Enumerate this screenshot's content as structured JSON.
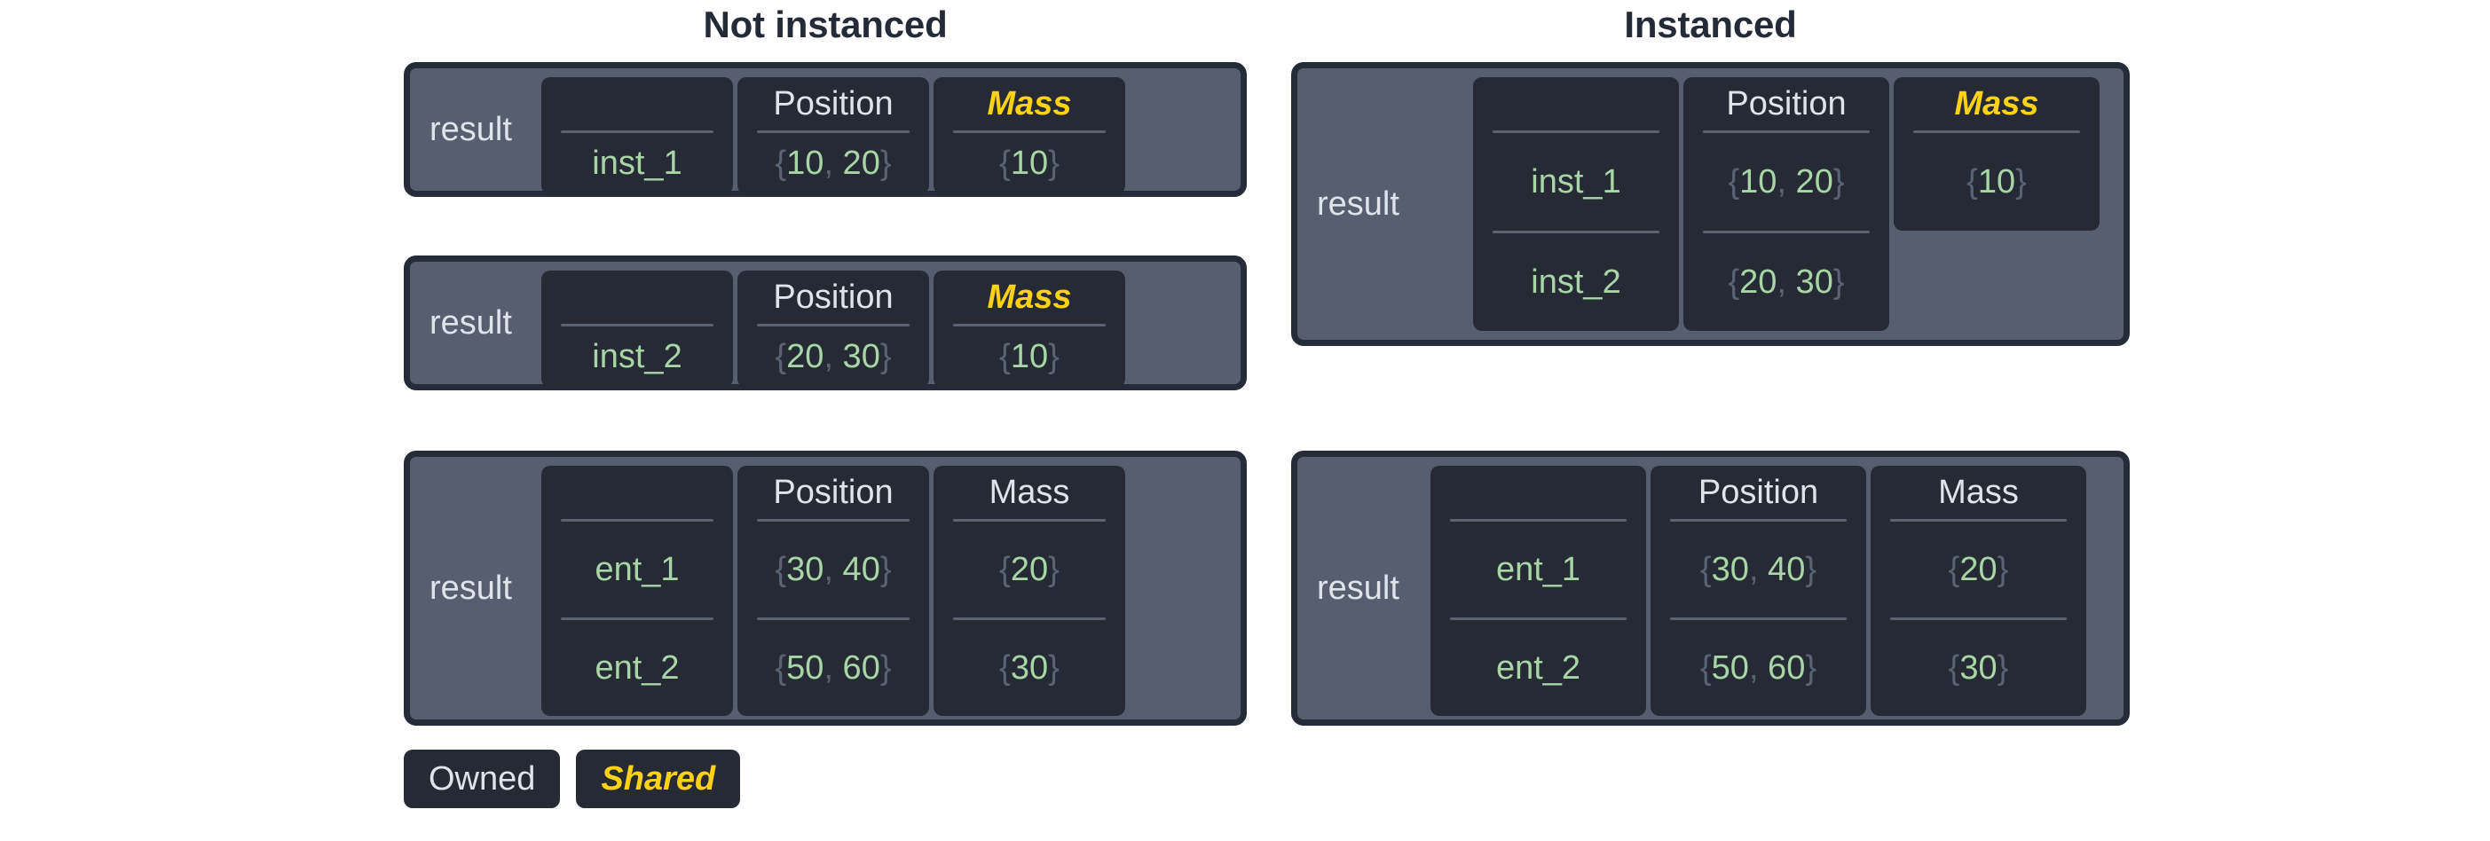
{
  "colors": {
    "page_background": "#ffffff",
    "title_text": "#242b38",
    "table_border": "#252b38",
    "table_panel": "#575e70",
    "column_card": "#252a35",
    "owned_text": "#dfe3ea",
    "shared_text": "#fcd116",
    "value_text": "#a8d5a6",
    "punctuation_text": "#5a6374",
    "rule": "#5b6271"
  },
  "sections": {
    "left": {
      "title": "Not instanced"
    },
    "right": {
      "title": "Instanced"
    }
  },
  "labels": {
    "result": "result",
    "header_position": "Position",
    "header_mass": "Mass",
    "blank_header": ""
  },
  "tables": {
    "left_1": {
      "result_label": "result",
      "headers": [
        "",
        "Position",
        "Mass"
      ],
      "mass_shared": true,
      "rows": [
        {
          "name": "inst_1",
          "position": "{10, 20}",
          "mass": "{10}"
        }
      ]
    },
    "left_2": {
      "result_label": "result",
      "headers": [
        "",
        "Position",
        "Mass"
      ],
      "mass_shared": true,
      "rows": [
        {
          "name": "inst_2",
          "position": "{20, 30}",
          "mass": "{10}"
        }
      ]
    },
    "left_3": {
      "result_label": "result",
      "headers": [
        "",
        "Position",
        "Mass"
      ],
      "mass_shared": false,
      "rows": [
        {
          "name": "ent_1",
          "position": "{30, 40}",
          "mass": "{20}"
        },
        {
          "name": "ent_2",
          "position": "{50, 60}",
          "mass": "{30}"
        }
      ]
    },
    "right_1": {
      "result_label": "result",
      "headers": [
        "",
        "Position",
        "Mass"
      ],
      "mass_shared": true,
      "mass_spans_first_row_only": true,
      "rows": [
        {
          "name": "inst_1",
          "position": "{10, 20}",
          "mass": "{10}"
        },
        {
          "name": "inst_2",
          "position": "{20, 30}",
          "mass": ""
        }
      ]
    },
    "right_2": {
      "result_label": "result",
      "headers": [
        "",
        "Position",
        "Mass"
      ],
      "mass_shared": false,
      "rows": [
        {
          "name": "ent_1",
          "position": "{30, 40}",
          "mass": "{20}"
        },
        {
          "name": "ent_2",
          "position": "{50, 60}",
          "mass": "{30}"
        }
      ]
    }
  },
  "legend": {
    "owned_label": "Owned",
    "shared_label": "Shared"
  }
}
